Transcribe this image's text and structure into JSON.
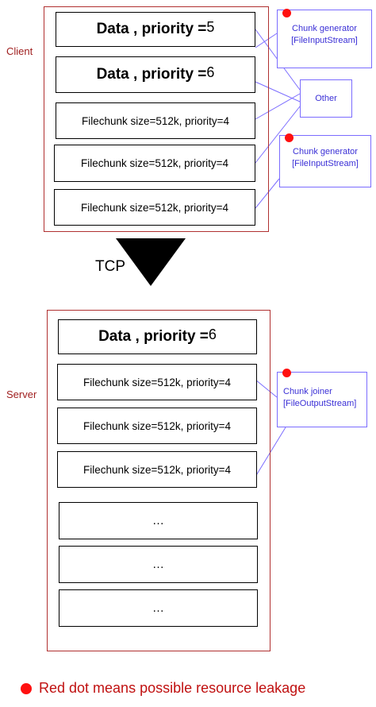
{
  "client": {
    "label": "Client",
    "boxes": [
      {
        "text": "Data , priority = ",
        "num": "5"
      },
      {
        "text": "Data , priority = ",
        "num": "6"
      },
      {
        "text": "Filechunk size=512k, priority=4"
      },
      {
        "text": "Filechunk size=512k, priority=4"
      },
      {
        "text": "Filechunk size=512k, priority=4"
      }
    ],
    "notes": [
      {
        "line1": "Chunk generator",
        "line2": "[FileInputStream]"
      },
      {
        "line1": "Other",
        "line2": ""
      },
      {
        "line1": "Chunk generator",
        "line2": "[FileInputStream]"
      }
    ]
  },
  "transport": {
    "label": "TCP"
  },
  "server": {
    "label": "Server",
    "boxes": [
      {
        "text": "Data , priority = ",
        "num": "6"
      },
      {
        "text": "Filechunk size=512k, priority=4"
      },
      {
        "text": "Filechunk size=512k, priority=4"
      },
      {
        "text": "Filechunk size=512k, priority=4"
      },
      {
        "text": "…"
      },
      {
        "text": "…"
      },
      {
        "text": "…"
      }
    ],
    "notes": [
      {
        "line1": "Chunk joiner",
        "line2": "[FileOutputStream]"
      }
    ]
  },
  "legend": {
    "text": "Red dot means possible resource leakage"
  },
  "colors": {
    "panel_border": "#b03030",
    "note_border": "#7b6cff",
    "note_text": "#3a2fd6",
    "dot": "#ff1010"
  }
}
